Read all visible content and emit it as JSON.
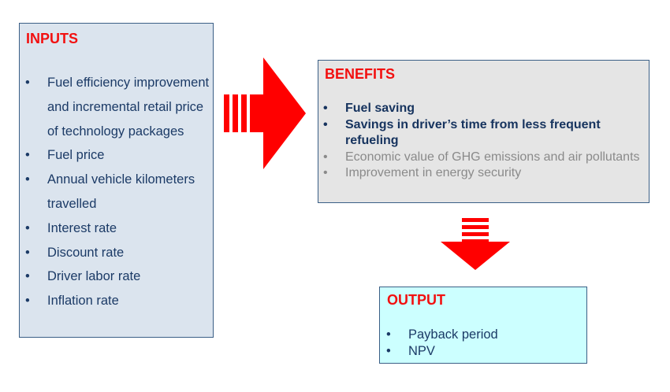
{
  "inputs": {
    "title": "INPUTS",
    "items": [
      "Fuel efficiency improvement and incremental retail price of technology packages",
      "Fuel price",
      "Annual vehicle kilometers travelled",
      "Interest rate",
      "Discount rate",
      "Driver labor rate",
      "Inflation rate"
    ]
  },
  "benefits": {
    "title": "BENEFITS",
    "items": [
      "Fuel saving",
      "Savings in driver’s time from less frequent refueling",
      "Economic value of GHG emissions and air pollutants",
      "Improvement in energy security"
    ]
  },
  "output": {
    "title": "OUTPUT",
    "items": [
      "Payback period",
      "NPV"
    ]
  },
  "bullet": "•",
  "colors": {
    "arrow": "#ff0000",
    "title": "#f21010",
    "inputs_bg": "#dbe4ee",
    "benefits_bg": "#e5e5e5",
    "output_bg": "#ccffff",
    "text": "#1b3a66",
    "muted_text": "#8a8a8a"
  }
}
